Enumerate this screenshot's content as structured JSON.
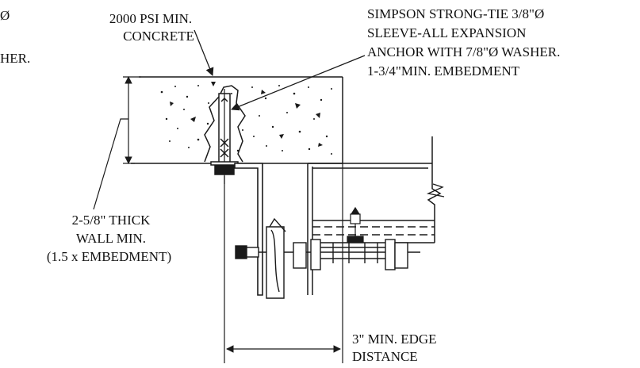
{
  "labels": {
    "cropped_left_top": "Ø",
    "cropped_left_mid": "HER.",
    "concrete_line1": "2000 PSI MIN.",
    "concrete_line2": "CONCRETE",
    "anchor_line1": "SIMPSON STRONG-TIE 3/8\"Ø",
    "anchor_line2": "SLEEVE-ALL EXPANSION",
    "anchor_line3": "ANCHOR WITH 7/8\"Ø WASHER.",
    "anchor_line4": "1-3/4\"MIN. EMBEDMENT",
    "wall_line1": "2-5/8\" THICK",
    "wall_line2": "WALL MIN.",
    "wall_line3": "(1.5 x EMBEDMENT)",
    "edge_line1": "3\" MIN. EDGE",
    "edge_line2": "DISTANCE"
  },
  "colors": {
    "ink": "#1a1a1a",
    "hatch": "#dcdcdc",
    "paper": "#ffffff"
  }
}
